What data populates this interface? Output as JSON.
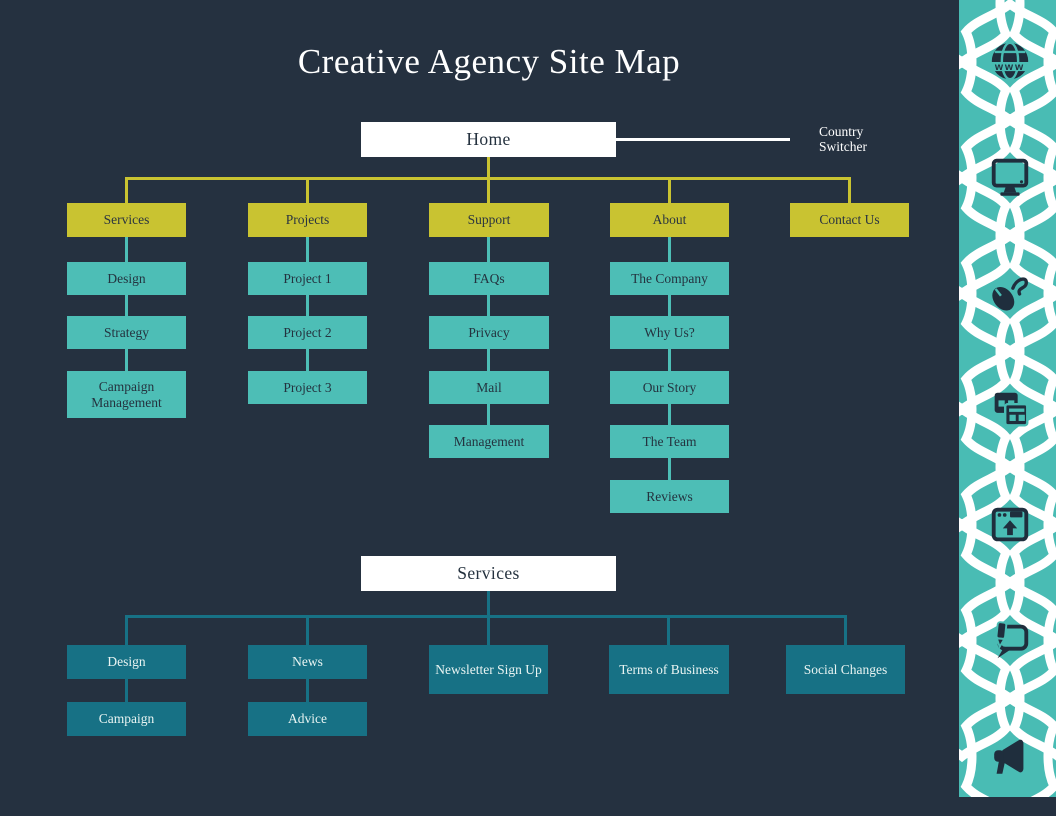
{
  "title": "Creative Agency Site Map",
  "colors": {
    "background": "#253140",
    "accent_yellow": "#c9c331",
    "teal": "#4dbeb6",
    "dark_teal": "#177185",
    "sidebar_teal": "#49bcb4",
    "white": "#ffffff",
    "icon_ink": "#1f2e3d"
  },
  "top_map": {
    "root": "Home",
    "annotation": "Country Switcher",
    "columns": [
      {
        "label": "Services",
        "children": [
          "Design",
          "Strategy",
          "Campaign Management"
        ]
      },
      {
        "label": "Projects",
        "children": [
          "Project 1",
          "Project 2",
          "Project 3"
        ]
      },
      {
        "label": "Support",
        "children": [
          "FAQs",
          "Privacy",
          "Mail",
          "Management"
        ]
      },
      {
        "label": "About",
        "children": [
          "The Company",
          "Why Us?",
          "Our Story",
          "The Team",
          "Reviews"
        ]
      },
      {
        "label": "Contact Us",
        "children": []
      }
    ]
  },
  "bottom_map": {
    "root": "Services",
    "columns": [
      {
        "label": "Design",
        "children": [
          "Campaign"
        ]
      },
      {
        "label": "News",
        "children": [
          "Advice"
        ]
      },
      {
        "label": "Newsletter Sign Up",
        "children": []
      },
      {
        "label": "Terms of Business",
        "children": []
      },
      {
        "label": "Social Changes",
        "children": []
      }
    ]
  },
  "sidebar": {
    "icons": [
      "globe-www-icon",
      "monitor-icon",
      "mouse-icon",
      "windows-overlap-icon",
      "browser-upload-icon",
      "chat-pen-icon",
      "megaphone-icon"
    ],
    "globe_label": "www"
  }
}
